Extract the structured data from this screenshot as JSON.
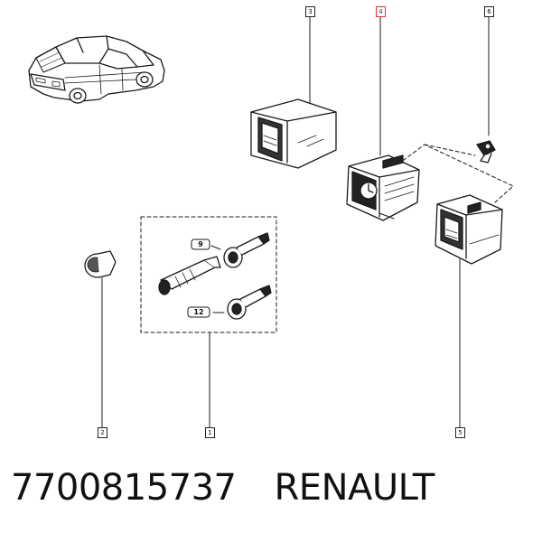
{
  "callouts": {
    "c1": "1",
    "c2": "2",
    "c3": "3",
    "c4": "4",
    "c5": "5",
    "c6": "6"
  },
  "connector_labels": {
    "nine": "9",
    "twelve": "12"
  },
  "footer": {
    "part_number": "7700815737",
    "brand": "RENAULT"
  },
  "colors": {
    "line": "#1a1a1a",
    "highlight": "#e0303a"
  },
  "icons": {
    "vehicle": "car-illustration",
    "parts": [
      "storage-box",
      "clock-module",
      "tray-module",
      "bulb-socket",
      "blanking-plug",
      "cigar-lighter-kit"
    ]
  }
}
